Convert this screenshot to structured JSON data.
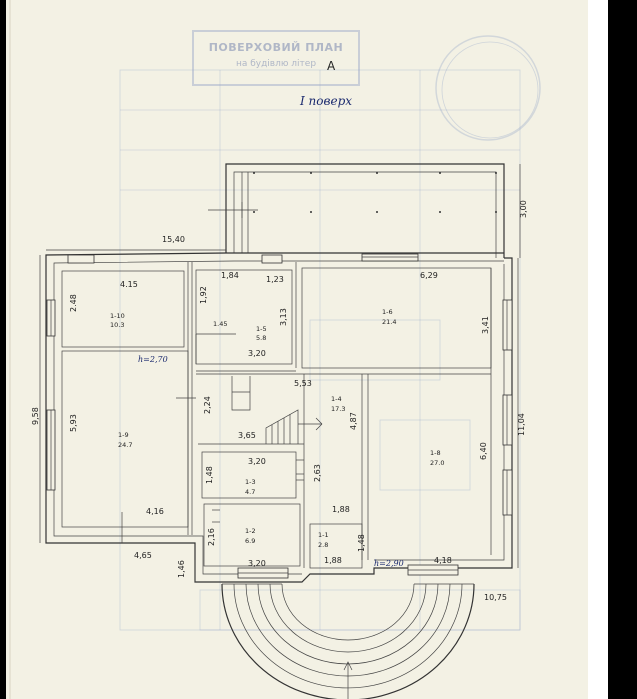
{
  "stamp": {
    "title": "ПОВЕРХОВИЙ ПЛАН",
    "subtitle": "на будівлю літер"
  },
  "letter": "А",
  "floor_title": "I поверх",
  "heights": {
    "left": "h=2,70",
    "right": "h=2,90"
  },
  "rooms": [
    {
      "id": "1-10",
      "area": "10.3"
    },
    {
      "id": "1-5",
      "area": "5.8"
    },
    {
      "id": "1-6",
      "area": "21.4"
    },
    {
      "id": "1-9",
      "area": "24.7"
    },
    {
      "id": "1-4",
      "area": "17.3"
    },
    {
      "id": "1-8",
      "area": "27.0"
    },
    {
      "id": "1-3",
      "area": "4.7"
    },
    {
      "id": "1-2",
      "area": "6.9"
    },
    {
      "id": "1-1",
      "area": "2.8"
    }
  ],
  "dimensions": {
    "overall_width": "15,40",
    "terrace_depth": "3,00",
    "left_height": "9,58",
    "right_height": "11,04",
    "bottom_right": "10,75",
    "d_4_15": "4.15",
    "d_2_48": "2.48",
    "d_1_84": "1,84",
    "d_1_23": "1,23",
    "d_6_29": "6,29",
    "d_1_92": "1,92",
    "d_1_45": "1.45",
    "d_3_13": "3,13",
    "d_3_41": "3,41",
    "d_3_20a": "3,20",
    "d_5_53": "5,53",
    "d_5_93": "5,93",
    "d_2_24": "2,24",
    "d_3_65": "3,65",
    "d_4_87": "4,87",
    "d_6_40": "6,40",
    "d_3_20b": "3,20",
    "d_1_48a": "1,48",
    "d_2_63": "2,63",
    "d_4_16": "4,16",
    "d_1_88a": "1,88",
    "d_2_16": "2,16",
    "d_1_48b": "1,48",
    "d_4_65": "4,65",
    "d_1_46": "1,46",
    "d_3_20c": "3,20",
    "d_1_88b": "1,88",
    "d_4_18": "4,18"
  },
  "colors": {
    "paper": "#f3f1e4",
    "ink": "#333333",
    "pen_blue": "#1b2a6e"
  }
}
